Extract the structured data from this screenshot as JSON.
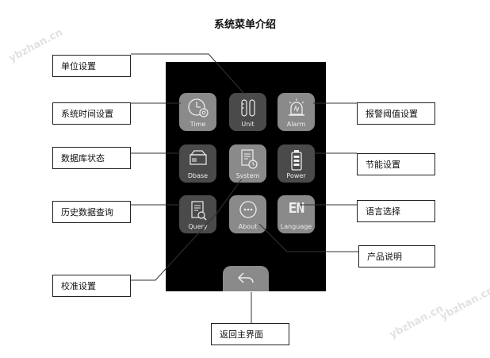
{
  "title": "系统菜单介绍",
  "tiles": [
    {
      "label": "Time",
      "icon": "clock-gear-icon"
    },
    {
      "label": "Unit",
      "icon": "unit-icon"
    },
    {
      "label": "Alarm",
      "icon": "alarm-icon"
    },
    {
      "label": "Dbase",
      "icon": "database-icon"
    },
    {
      "label": "System",
      "icon": "system-icon"
    },
    {
      "label": "Power",
      "icon": "battery-icon"
    },
    {
      "label": "Query",
      "icon": "query-icon"
    },
    {
      "label": "About",
      "icon": "about-icon"
    },
    {
      "label": "Language",
      "icon": "language-icon",
      "glyph": "EN"
    }
  ],
  "back_icon": "back-arrow-icon",
  "callouts": {
    "unit_settings": "单位设置",
    "time_settings": "系统时间设置",
    "db_status": "数据库状态",
    "history_query": "历史数据查询",
    "calibration": "校准设置",
    "alarm_threshold": "报警阈值设置",
    "power_saving": "节能设置",
    "language_select": "语言选择",
    "product_info": "产品说明",
    "return_main": "返回主界面"
  },
  "watermark": "ybzhan.cn",
  "colors": {
    "device_bg": "#000000",
    "tile_light": "#8a8a8a",
    "tile_dark": "#4a4a4a"
  }
}
